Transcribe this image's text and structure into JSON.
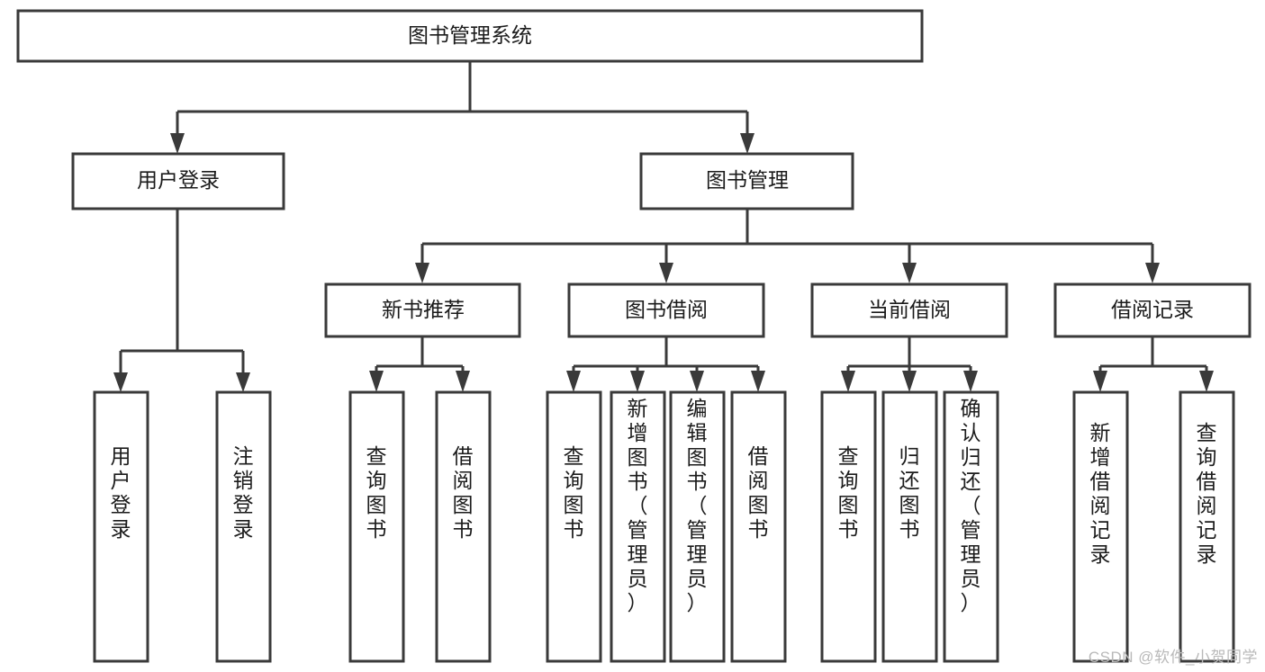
{
  "diagram": {
    "type": "tree-hierarchy",
    "title": "图书管理系统",
    "watermark": "CSDN @软件_小贺同学",
    "colors": {
      "stroke": "#3a3a3a",
      "fill": "#ffffff",
      "text": "#1b1b1b",
      "watermark": "#b9b9b9",
      "background": "#ffffff"
    },
    "levels": {
      "root": {
        "label": "图书管理系统"
      },
      "level2": [
        {
          "id": "user-login",
          "label": "用户登录"
        },
        {
          "id": "book-management",
          "label": "图书管理"
        }
      ],
      "level3": [
        {
          "id": "new-book-recommend",
          "label": "新书推荐",
          "parent": "book-management"
        },
        {
          "id": "book-borrow",
          "label": "图书借阅",
          "parent": "book-management"
        },
        {
          "id": "current-borrow",
          "label": "当前借阅",
          "parent": "book-management"
        },
        {
          "id": "borrow-record",
          "label": "借阅记录",
          "parent": "book-management"
        }
      ],
      "leaves": [
        {
          "id": "leaf-user-login",
          "label": "用户登录",
          "parent": "user-login"
        },
        {
          "id": "leaf-logout-login",
          "label": "注销登录",
          "parent": "user-login"
        },
        {
          "id": "leaf-query-book-1",
          "label": "查询图书",
          "parent": "new-book-recommend"
        },
        {
          "id": "leaf-borrow-book-1",
          "label": "借阅图书",
          "parent": "new-book-recommend"
        },
        {
          "id": "leaf-query-book-2",
          "label": "查询图书",
          "parent": "book-borrow"
        },
        {
          "id": "leaf-add-book",
          "label": "新增图书（管理员）",
          "parent": "book-borrow"
        },
        {
          "id": "leaf-edit-book",
          "label": "编辑图书（管理员）",
          "parent": "book-borrow"
        },
        {
          "id": "leaf-borrow-book-2",
          "label": "借阅图书",
          "parent": "book-borrow"
        },
        {
          "id": "leaf-query-book-3",
          "label": "查询图书",
          "parent": "current-borrow"
        },
        {
          "id": "leaf-return-book",
          "label": "归还图书",
          "parent": "current-borrow"
        },
        {
          "id": "leaf-confirm-return",
          "label": "确认归还（管理员）",
          "parent": "current-borrow"
        },
        {
          "id": "leaf-add-record",
          "label": "新增借阅记录",
          "parent": "borrow-record"
        },
        {
          "id": "leaf-query-record",
          "label": "查询借阅记录",
          "parent": "borrow-record"
        }
      ]
    }
  }
}
